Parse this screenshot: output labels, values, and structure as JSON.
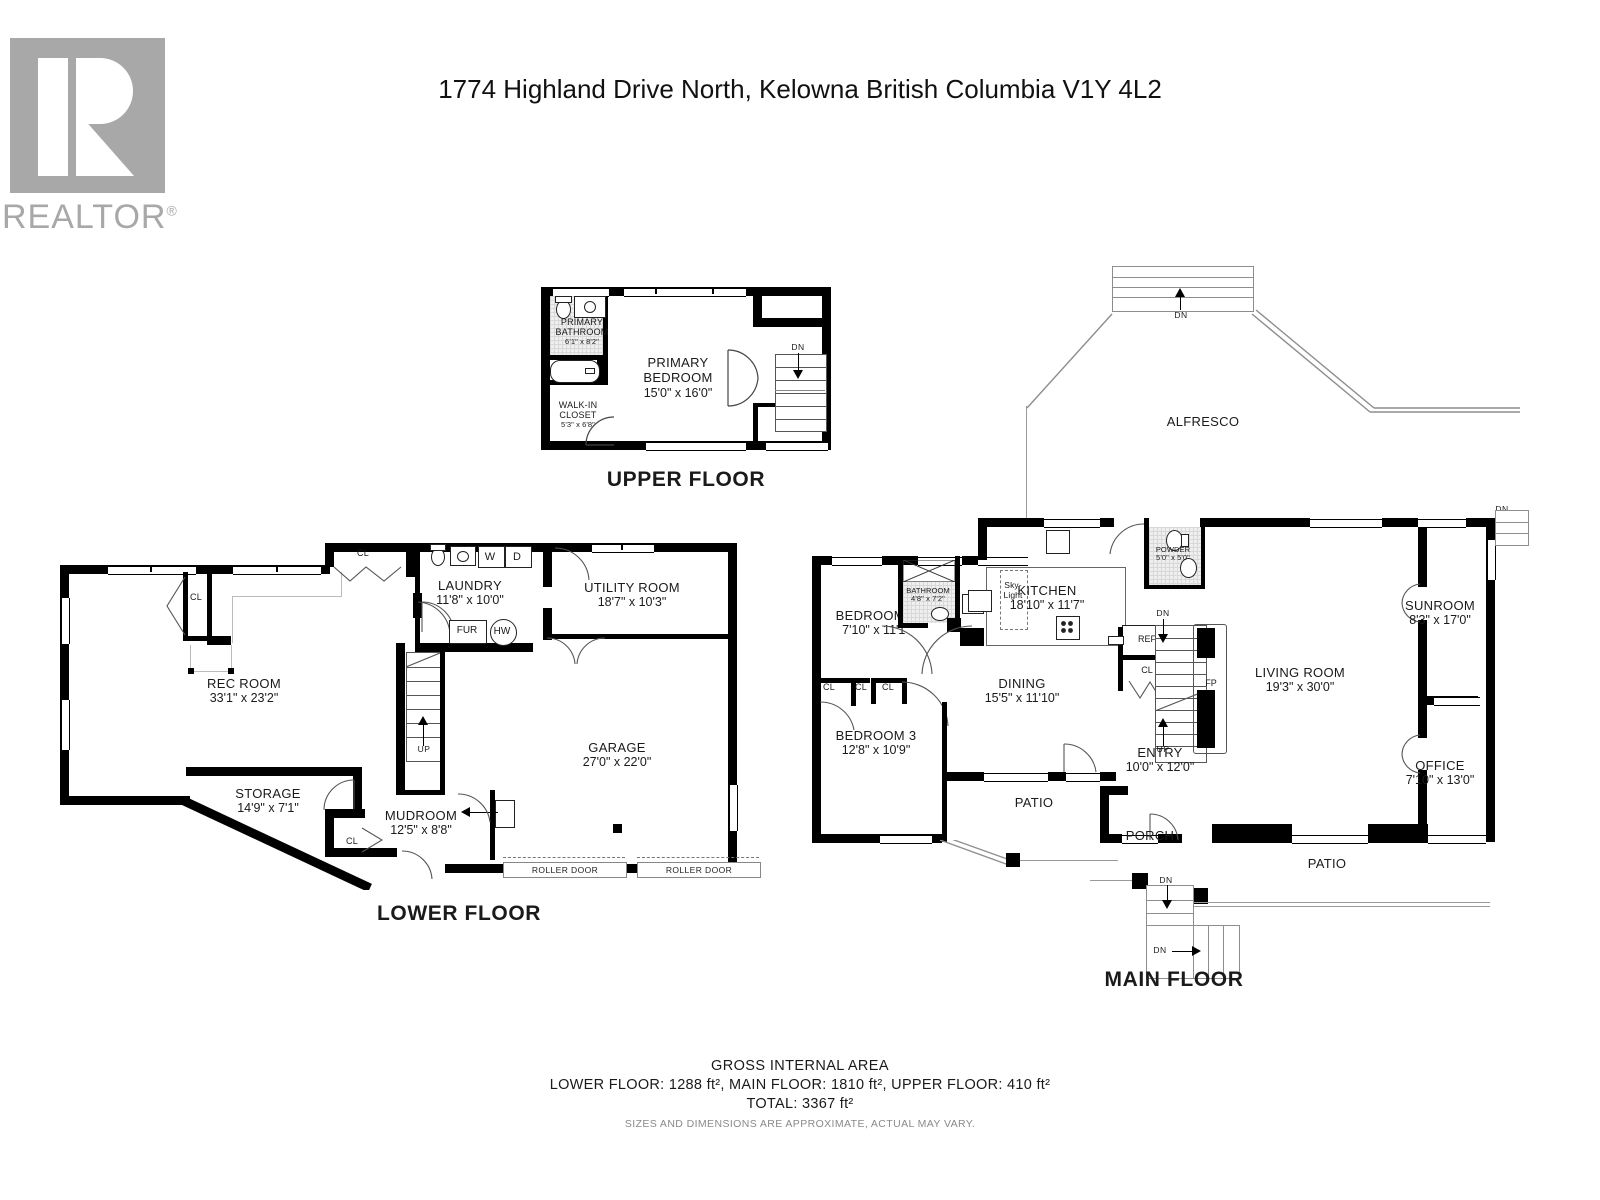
{
  "header": {
    "title": "1774 Highland Drive North, Kelowna British Columbia V1Y 4L2",
    "logo_text": "REALTOR",
    "logo_sup": "®",
    "logo_color": "#a8a8a8"
  },
  "floors": [
    {
      "id": "upper",
      "label": "UPPER FLOOR"
    },
    {
      "id": "lower",
      "label": "LOWER FLOOR"
    },
    {
      "id": "main",
      "label": "MAIN FLOOR"
    }
  ],
  "upper_floor": {
    "label": "UPPER FLOOR",
    "rooms": [
      {
        "name": "PRIMARY\nBATHROOM",
        "name1": "PRIMARY",
        "name2": "BATHROOM",
        "dim": "6'1\" x 8'2\""
      },
      {
        "name": "PRIMARY BEDROOM",
        "name1": "PRIMARY",
        "name2": "BEDROOM",
        "dim": "15'0\" x 16'0\""
      },
      {
        "name": "WALK-IN CLOSET",
        "name1": "WALK-IN",
        "name2": "CLOSET",
        "dim": "5'3\" x 6'8\""
      }
    ],
    "stair_markers": [
      {
        "text": "DN"
      }
    ]
  },
  "lower_floor": {
    "label": "LOWER FLOOR",
    "rooms": [
      {
        "name": "REC ROOM",
        "dim": "33'1\" x 23'2\""
      },
      {
        "name": "STORAGE",
        "dim": "14'9\" x 7'1\""
      },
      {
        "name": "MUDROOM",
        "dim": "12'5\" x 8'8\""
      },
      {
        "name": "LAUNDRY",
        "dim": "11'8\" x 10'0\""
      },
      {
        "name": "UTILITY ROOM",
        "dim": "18'7\" x 10'3\""
      },
      {
        "name": "GARAGE",
        "dim": "27'0\" x 22'0\""
      }
    ],
    "closets": [
      "CL",
      "CL",
      "CL",
      "CL"
    ],
    "fixtures": [
      "W",
      "D",
      "FUR",
      "HW"
    ],
    "stair_markers": [
      {
        "text": "UP"
      }
    ],
    "doors": [
      "ROLLER DOOR",
      "ROLLER DOOR"
    ]
  },
  "main_floor": {
    "label": "MAIN FLOOR",
    "rooms": [
      {
        "name": "ALFRESCO",
        "dim": ""
      },
      {
        "name": "BEDROOM 2",
        "dim": "7'10\" x 11'1\""
      },
      {
        "name": "BEDROOM 3",
        "dim": "12'8\" x 10'9\""
      },
      {
        "name": "BATHROOM",
        "dim": "4'8\" x 7'2\""
      },
      {
        "name": "KITCHEN",
        "dim": "18'10\" x 11'7\""
      },
      {
        "name": "DINING",
        "dim": "15'5\" x 11'10\""
      },
      {
        "name": "POWDER",
        "dim": "5'0\" x 5'0\""
      },
      {
        "name": "LIVING ROOM",
        "dim": "19'3\" x 30'0\""
      },
      {
        "name": "SUNROOM",
        "dim": "8'3\" x 17'0\""
      },
      {
        "name": "OFFICE",
        "dim": "7'10\" x 13'0\""
      },
      {
        "name": "ENTRY",
        "dim": "10'0\" x 12'0\""
      },
      {
        "name": "PATIO",
        "dim": ""
      },
      {
        "name": "PORCH",
        "dim": ""
      },
      {
        "name": "PATIO",
        "dim": ""
      }
    ],
    "closets": [
      "CL",
      "CL",
      "CL",
      "CL"
    ],
    "fixtures": [
      "REF",
      "FP",
      "Sky-",
      "Light"
    ],
    "stair_markers": [
      {
        "text": "DN"
      },
      {
        "text": "UP"
      },
      {
        "text": "DN"
      },
      {
        "text": "DN"
      },
      {
        "text": "DN"
      },
      {
        "text": "DN"
      }
    ]
  },
  "footer": {
    "line1": "GROSS INTERNAL AREA",
    "line2": "LOWER FLOOR: 1288 ft², MAIN FLOOR: 1810 ft², UPPER FLOOR: 410 ft²",
    "line3": "TOTAL: 3367 ft²",
    "line4": "SIZES AND DIMENSIONS ARE APPROXIMATE, ACTUAL MAY VARY.",
    "areas": {
      "lower_floor_sqft": 1288,
      "main_floor_sqft": 1810,
      "upper_floor_sqft": 410,
      "total_sqft": 3367,
      "unit": "ft²"
    }
  }
}
